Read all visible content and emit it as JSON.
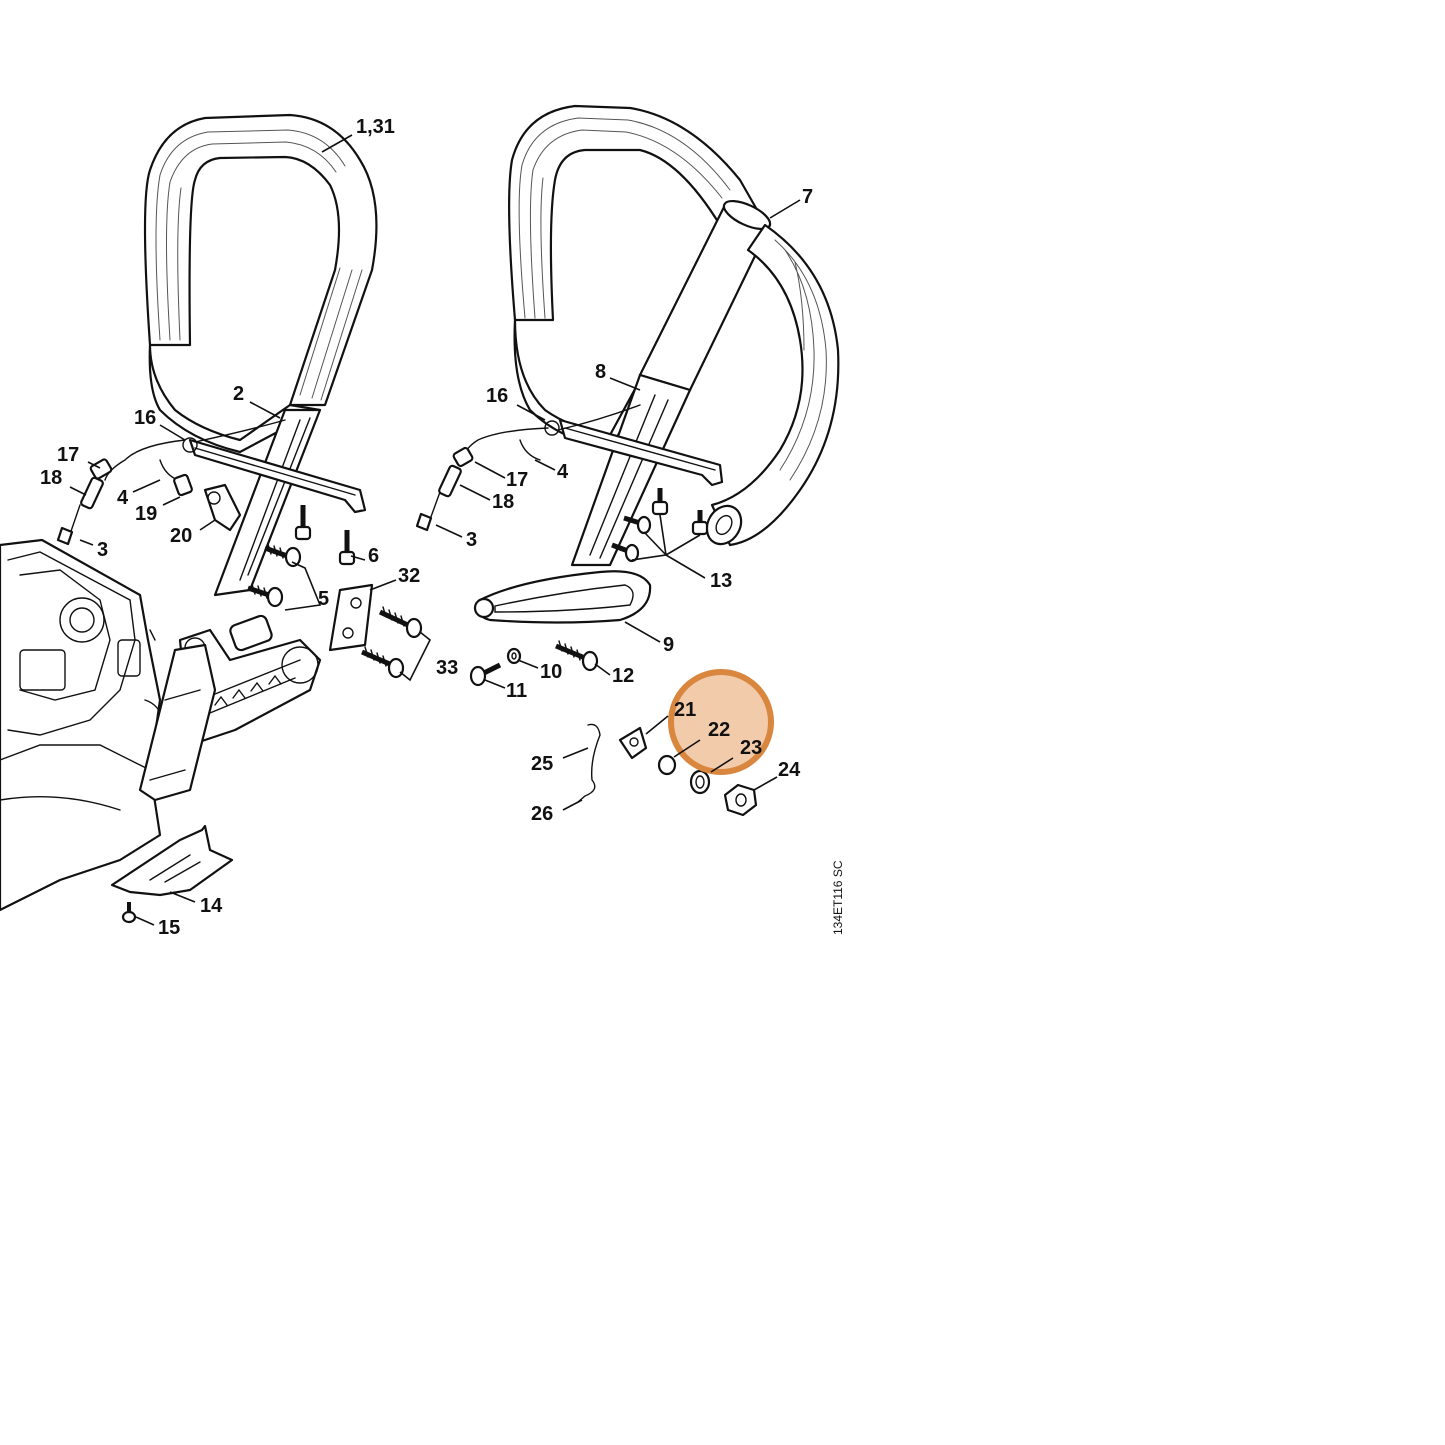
{
  "diagram": {
    "document_code": "134ET116 SC",
    "highlight_color": "#d9863e",
    "callouts": [
      {
        "id": "c-1-31",
        "label": "1,31"
      },
      {
        "id": "c-2",
        "label": "2"
      },
      {
        "id": "c-3a",
        "label": "3"
      },
      {
        "id": "c-3b",
        "label": "3"
      },
      {
        "id": "c-4a",
        "label": "4"
      },
      {
        "id": "c-4b",
        "label": "4"
      },
      {
        "id": "c-5",
        "label": "5"
      },
      {
        "id": "c-6",
        "label": "6"
      },
      {
        "id": "c-7",
        "label": "7"
      },
      {
        "id": "c-8",
        "label": "8"
      },
      {
        "id": "c-9",
        "label": "9"
      },
      {
        "id": "c-10",
        "label": "10"
      },
      {
        "id": "c-11",
        "label": "11"
      },
      {
        "id": "c-12",
        "label": "12"
      },
      {
        "id": "c-13",
        "label": "13"
      },
      {
        "id": "c-14",
        "label": "14"
      },
      {
        "id": "c-15",
        "label": "15"
      },
      {
        "id": "c-16a",
        "label": "16"
      },
      {
        "id": "c-16b",
        "label": "16"
      },
      {
        "id": "c-17a",
        "label": "17"
      },
      {
        "id": "c-17b",
        "label": "17"
      },
      {
        "id": "c-18a",
        "label": "18"
      },
      {
        "id": "c-18b",
        "label": "18"
      },
      {
        "id": "c-19",
        "label": "19"
      },
      {
        "id": "c-20",
        "label": "20"
      },
      {
        "id": "c-21",
        "label": "21"
      },
      {
        "id": "c-22",
        "label": "22"
      },
      {
        "id": "c-23",
        "label": "23"
      },
      {
        "id": "c-24",
        "label": "24"
      },
      {
        "id": "c-25",
        "label": "25"
      },
      {
        "id": "c-26",
        "label": "26"
      },
      {
        "id": "c-32",
        "label": "32"
      },
      {
        "id": "c-33",
        "label": "33"
      }
    ]
  }
}
